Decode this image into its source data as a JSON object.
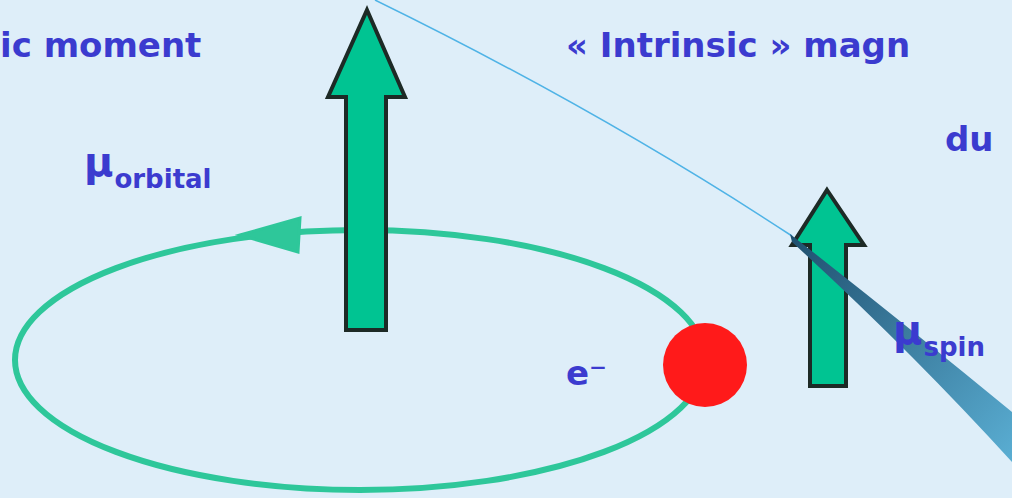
{
  "diagram": {
    "labels": [
      "ic moment",
      "« Intrinsic » magn",
      "du",
      "μ",
      "orbital",
      "e⁻",
      "μ",
      "spin"
    ]
  }
}
